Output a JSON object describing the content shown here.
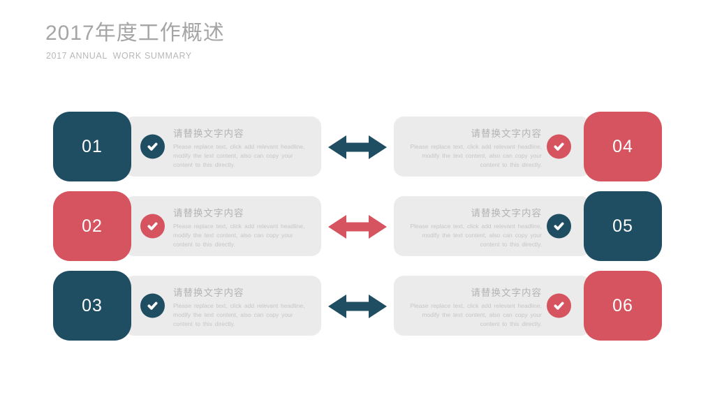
{
  "header": {
    "title": "2017年度工作概述",
    "subtitle": "2017 ANNUAL  WORK SUMMARY"
  },
  "colors": {
    "blue": "#1F4E63",
    "red": "#D5545F",
    "card_bg": "#EBEBEB",
    "title_gray": "#A5A5A5",
    "subtitle_gray": "#B8B8B8",
    "heading_gray": "#B3B3B3",
    "body_gray": "#C6C6C6"
  },
  "items": [
    {
      "number": "01",
      "accent": "blue",
      "heading": "请替换文字内容",
      "body": "Please replace text, click add relevant headline, modify the text content, also can copy your content to this directly."
    },
    {
      "number": "02",
      "accent": "red",
      "heading": "请替换文字内容",
      "body": "Please replace text, click add relevant headline, modify the text content, also can copy your content to this directly."
    },
    {
      "number": "03",
      "accent": "blue",
      "heading": "请替换文字内容",
      "body": "Please replace text, click add relevant headline, modify the text content, also can copy your content to this directly."
    },
    {
      "number": "04",
      "accent": "red",
      "heading": "请替换文字内容",
      "body": "Please replace text, click add relevant headline, modify the text content, also can copy your content to this directly."
    },
    {
      "number": "05",
      "accent": "blue",
      "heading": "请替换文字内容",
      "body": "Please replace text, click add relevant headline, modify the text content, also can copy your content to this directly."
    },
    {
      "number": "06",
      "accent": "red",
      "heading": "请替换文字内容",
      "body": "Please replace text, click add relevant headline, modify the text content, also can copy your content to this directly."
    }
  ],
  "rows": [
    {
      "arrow_accent": "blue"
    },
    {
      "arrow_accent": "red"
    },
    {
      "arrow_accent": "blue"
    }
  ]
}
